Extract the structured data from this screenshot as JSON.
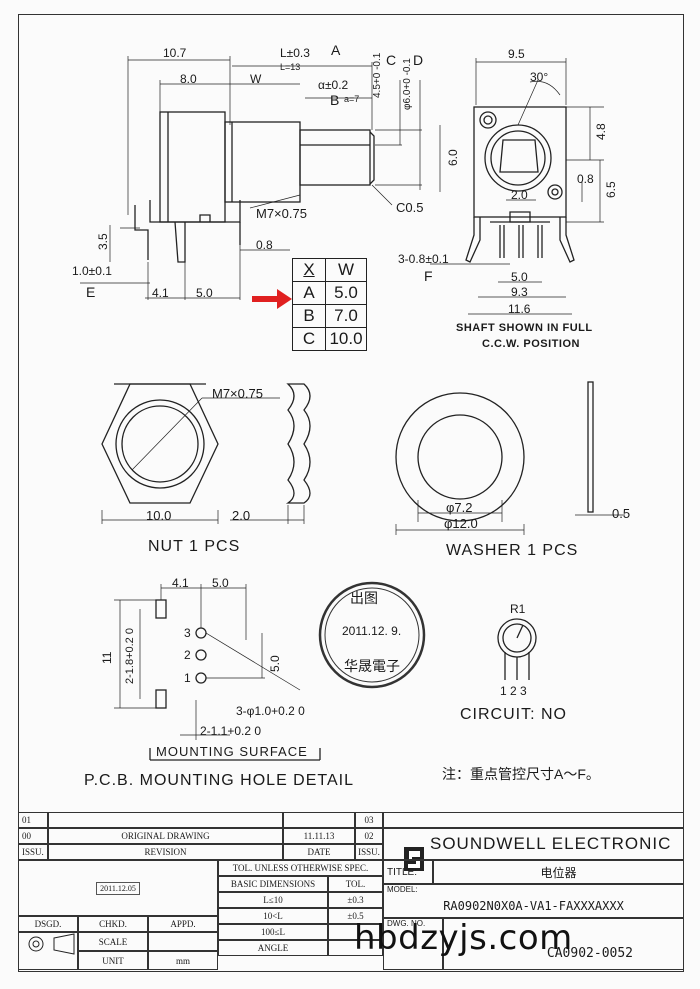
{
  "side_view": {
    "dims": [
      "10.7",
      "8.0",
      "W",
      "L±0.3",
      "A",
      "L=13",
      "α±0.2",
      "B",
      "a=7",
      "C",
      "D",
      "4.5+0 -0.1",
      "φ6.0+0 -0.1",
      "M7×0.75",
      "C0.5",
      "3.5",
      "0.8",
      "1.0±0.1",
      "E",
      "4.1",
      "5.0"
    ]
  },
  "front_view": {
    "dims": [
      "9.5",
      "30°",
      "4.8",
      "6.0",
      "6.5",
      "0.8",
      "2.0",
      "3-0.8±0.1",
      "F",
      "5.0",
      "9.3",
      "11.6"
    ],
    "note_line1": "SHAFT SHOWN IN FULL",
    "note_line2": "C.C.W. POSITION"
  },
  "xw_table": {
    "headers": [
      "X",
      "W"
    ],
    "rows": [
      [
        "A",
        "5.0"
      ],
      [
        "B",
        "7.0"
      ],
      [
        "C",
        "10.0"
      ]
    ]
  },
  "nut": {
    "thread": "M7×0.75",
    "width": "10.0",
    "thickness": "2.0",
    "caption": "NUT 1 PCS"
  },
  "washer": {
    "inner": "φ7.2",
    "outer": "φ12.0",
    "thickness": "0.5",
    "caption": "WASHER  1 PCS"
  },
  "pcb": {
    "dims": [
      "4.1",
      "5.0",
      "11",
      "2-1.8+0.2 0",
      "5.0",
      "3-φ1.0+0.2 0",
      "2-1.1+0.2 0"
    ],
    "pins": [
      "3",
      "2",
      "1"
    ],
    "mounting": "MOUNTING SURFACE",
    "caption": "P.C.B. MOUNTING HOLE DETAIL"
  },
  "stamp": {
    "top": "出图",
    "date": "2011.12.  9.",
    "bottom": "华晟電子"
  },
  "circuit": {
    "ref": "R1",
    "pins": "1 2 3",
    "label": "CIRCUIT: NO"
  },
  "note": "注：重点管控尺寸A～F。",
  "title_block": {
    "rev_rows": [
      {
        "iss": "01",
        "desc": "",
        "date": "",
        "num": "03"
      },
      {
        "iss": "00",
        "desc": "ORIGINAL  DRAWING",
        "date": "11.11.13",
        "num": "02"
      },
      {
        "iss": "ISSU.",
        "desc": "REVISION",
        "date": "DATE",
        "num": "ISSU."
      }
    ],
    "tolerance_header": "TOL. UNLESS OTHERWISE SPEC.",
    "basic_dimensions": "BASIC DIMENSIONS",
    "tol": "TOL.",
    "tol_rows": [
      [
        "L≤10",
        "±0.3"
      ],
      [
        "10<L",
        "±0.5"
      ],
      [
        "100≤L",
        ""
      ],
      [
        "ANGLE",
        ""
      ]
    ],
    "company": "SOUNDWELL  ELECTRONIC",
    "title_label": "TITLE:",
    "title": "电位器",
    "model_label": "MODEL:",
    "model": "RA0902N0X0A-VA1-FAXXXAXXX",
    "dwg_label": "DWG. NO.",
    "dwg_no": "CA0902-0052",
    "dsgd": "DSGD.",
    "chkd": "CHKD.",
    "appd": "APPD.",
    "scale": "SCALE",
    "unit": "UNIT",
    "unit_value": "mm",
    "chk_stamp": "2011.12.05"
  },
  "watermark": "hbdzyjs.com",
  "colors": {
    "ink": "#1a1a1a",
    "arrow": "#e02020"
  }
}
